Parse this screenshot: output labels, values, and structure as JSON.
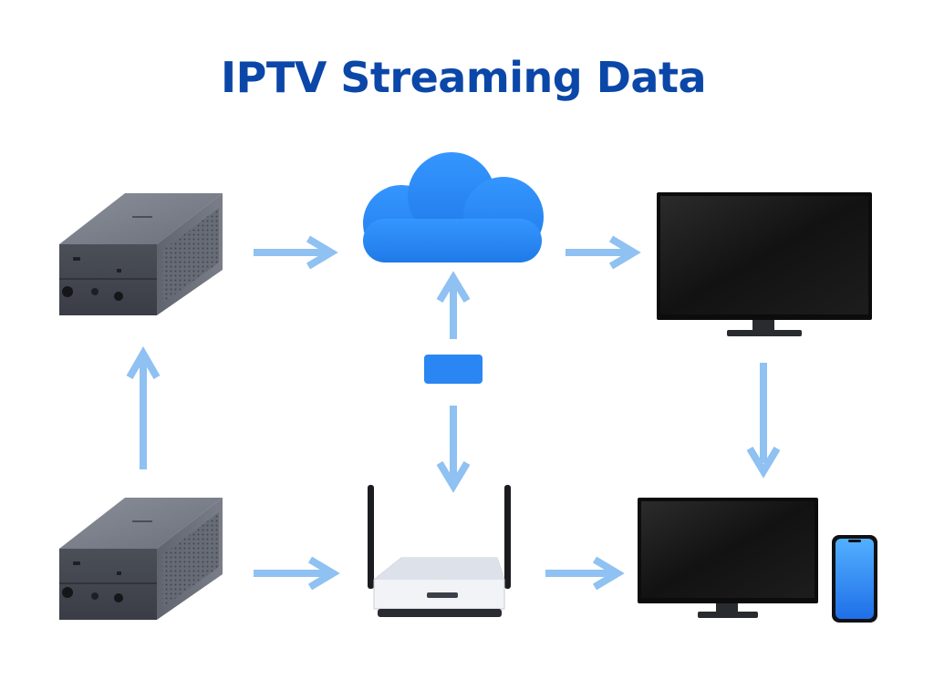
{
  "title": "IPTV Streaming Data",
  "colors": {
    "title": "#0b47a8",
    "arrow": "#8fc1f2",
    "cloud": "#2a86f2",
    "data_packet": "#2a86f2",
    "device_body": "#595d68",
    "screen": "#141414",
    "router_body": "#f2f4f8",
    "phone_screen": "#2d8df5"
  },
  "nodes": [
    {
      "id": "iptv-box-top",
      "icon": "set-top-box-icon"
    },
    {
      "id": "iptv-box-bottom",
      "icon": "set-top-box-icon"
    },
    {
      "id": "cloud",
      "icon": "cloud-icon"
    },
    {
      "id": "data-packet",
      "icon": "data-packet-icon"
    },
    {
      "id": "router",
      "icon": "wifi-router-icon"
    },
    {
      "id": "tv-top",
      "icon": "tv-icon"
    },
    {
      "id": "tv-bottom",
      "icon": "tv-icon"
    },
    {
      "id": "smartphone",
      "icon": "smartphone-icon"
    }
  ],
  "edges": [
    {
      "from": "iptv-box-top",
      "to": "cloud"
    },
    {
      "from": "cloud",
      "to": "tv-top"
    },
    {
      "from": "iptv-box-bottom",
      "to": "iptv-box-top"
    },
    {
      "from": "data-packet",
      "to": "cloud"
    },
    {
      "from": "data-packet",
      "to": "router"
    },
    {
      "from": "tv-top",
      "to": "tv-bottom"
    },
    {
      "from": "iptv-box-bottom",
      "to": "router"
    },
    {
      "from": "router",
      "to": "tv-bottom"
    }
  ]
}
